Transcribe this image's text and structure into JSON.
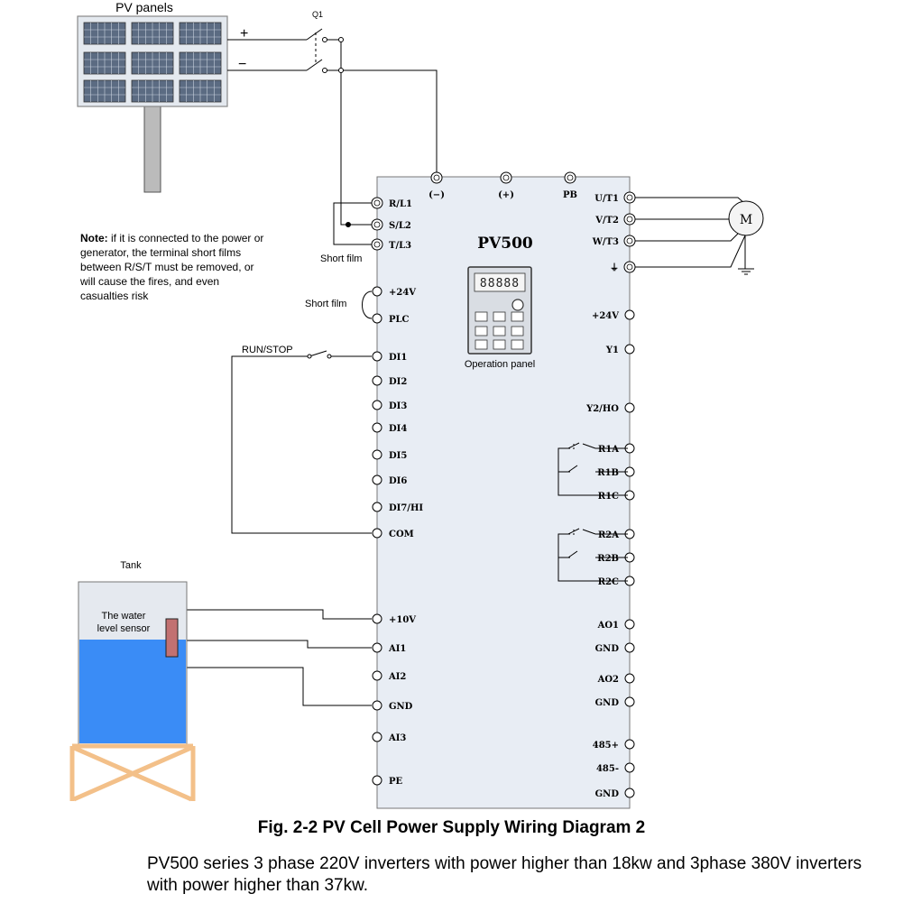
{
  "pv": {
    "title": "PV panels",
    "plus": "+",
    "minus": "−",
    "switch": "Q1"
  },
  "inverter": {
    "model": "PV500",
    "top_terminals": [
      "(−)",
      "(+)",
      "PB"
    ],
    "left_terminals": [
      "R/L1",
      "S/L2",
      "T/L3",
      "+24V",
      "PLC",
      "DI1",
      "DI2",
      "DI3",
      "DI4",
      "DI5",
      "DI6",
      "DI7/HI",
      "COM",
      "+10V",
      "AI1",
      "AI2",
      "GND",
      "AI3",
      "PE"
    ],
    "right_terminals": [
      "U/T1",
      "V/T2",
      "W/T3",
      "⏚",
      "+24V",
      "Y1",
      "Y2/HO",
      "R1A",
      "R1B",
      "R1C",
      "R2A",
      "R2B",
      "R2C",
      "AO1",
      "GND",
      "AO2",
      "GND",
      "485+",
      "485-",
      "GND"
    ],
    "operation_panel_label": "Operation panel",
    "panel_display": "88888"
  },
  "motor": {
    "label": "M"
  },
  "labels": {
    "short_film_1": "Short film",
    "short_film_2": "Short film",
    "run_stop": "RUN/STOP",
    "tank": "Tank",
    "sensor_line1": "The water",
    "sensor_line2": "level sensor"
  },
  "note": {
    "bold": "Note:",
    "lines": [
      " if it is connected to the power or",
      "generator, the terminal  short films",
      "between R/S/T must be removed, or",
      "will cause the fires, and even",
      "casualties risk"
    ]
  },
  "caption": {
    "title": "Fig. 2-2 PV Cell Power Supply Wiring Diagram 2",
    "body": "PV500 series 3 phase 220V inverters with power higher than 18kw and 3phase 380V inverters with power higher than 37kw."
  },
  "colors": {
    "inverter_fill": "#e8edf4",
    "water": "#3a8cf6",
    "tank_frame": "#f3c089",
    "sensor": "#c27171",
    "pole": "#bbbbbb"
  }
}
